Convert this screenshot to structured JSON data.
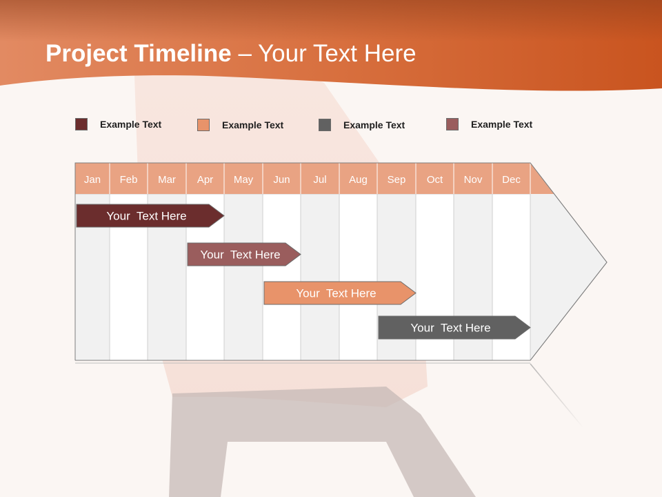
{
  "slide": {
    "title_bold": "Project Timeline",
    "title_rest": " – Your Text Here"
  },
  "legend": [
    {
      "label": "Example Text",
      "color": "#6b2d2d"
    },
    {
      "label": "Example Text",
      "color": "#e8936a"
    },
    {
      "label": "Example Text",
      "color": "#616161"
    },
    {
      "label": "Example Text",
      "color": "#9a5d5d"
    }
  ],
  "timeline": {
    "months": [
      "Jan",
      "Feb",
      "Mar",
      "Apr",
      "May",
      "Jun",
      "Jul",
      "Aug",
      "Sep",
      "Oct",
      "Nov",
      "Dec"
    ],
    "bars": [
      {
        "label": "Your  Text Here",
        "start": "Jan",
        "end": "Apr",
        "color": "#6b2d2d"
      },
      {
        "label": "Your  Text Here",
        "start": "Apr",
        "end": "Jun",
        "color": "#9a5d5d"
      },
      {
        "label": "Your  Text Here",
        "start": "Jun",
        "end": "Sep",
        "color": "#e8936a"
      },
      {
        "label": "Your  Text Here",
        "start": "Sep",
        "end": "Dec",
        "color": "#616161"
      }
    ]
  },
  "colors": {
    "header_top": "#c4552a",
    "header_bottom": "#d9662f",
    "month_band": "#e9a383"
  }
}
